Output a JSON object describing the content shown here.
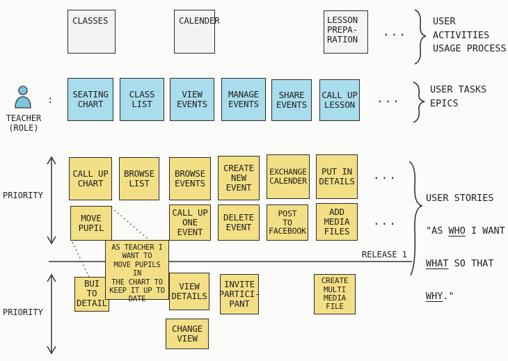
{
  "activities": [
    "CLASSES",
    "CALENDER",
    "LESSON\nPREPA-\nRATION"
  ],
  "tasks": [
    "SEATING\nCHART",
    "CLASS\nLIST",
    "VIEW\nEVENTS",
    "MANAGE\nEVENTS",
    "SHARE\nEVENTS",
    "CALL UP\nLESSON"
  ],
  "stories_row1": [
    "CALL UP\nCHART",
    "BROWSE\nLIST",
    "BROWSE\nEVENTS",
    "CREATE\nNEW\nEVENT",
    "EXCHANGE\nCALENDER",
    "PUT IN\nDETAILS"
  ],
  "stories_row2": [
    "MOVE\nPUPIL",
    "CALL UP\nONE EVENT",
    "DELETE\nEVENT",
    "POST\nTO\nFACEBOOK",
    "ADD\nMEDIA\nFILES"
  ],
  "later": [
    "BUI\nTO\nDETAIL",
    "VIEW\nDETAILS",
    "INVITE\nPARTICI-\nPANT",
    "CREATE\nMULTI\nMEDIA FILE",
    "CHANGE\nVIEW"
  ],
  "callout": "AS TEACHER I\nWANT TO\nMOVE PUPILS IN\nTHE CHART TO\nKEEP IT UP TO DATE",
  "ellipsis": "...",
  "teacher": "TEACHER\n(ROLE)",
  "colon": ":",
  "priority": "PRIORITY",
  "release": "RELEASE 1",
  "legend": {
    "activities": "USER ACTIVITIES\nUSAGE PROCESS",
    "tasks": "USER TASKS\nEPICS",
    "stories_title": "USER STORIES",
    "quote_open": "\"AS ",
    "who": "WHO",
    "i_want": " I WANT",
    "what": "WHAT",
    "so_that": " SO THAT",
    "why": "WHY",
    "quote_close": ".\""
  },
  "colors": {
    "activity": "#f3f3f3",
    "task": "#a9dcec",
    "story": "#f3df85",
    "outline": "#2a2a2a"
  }
}
